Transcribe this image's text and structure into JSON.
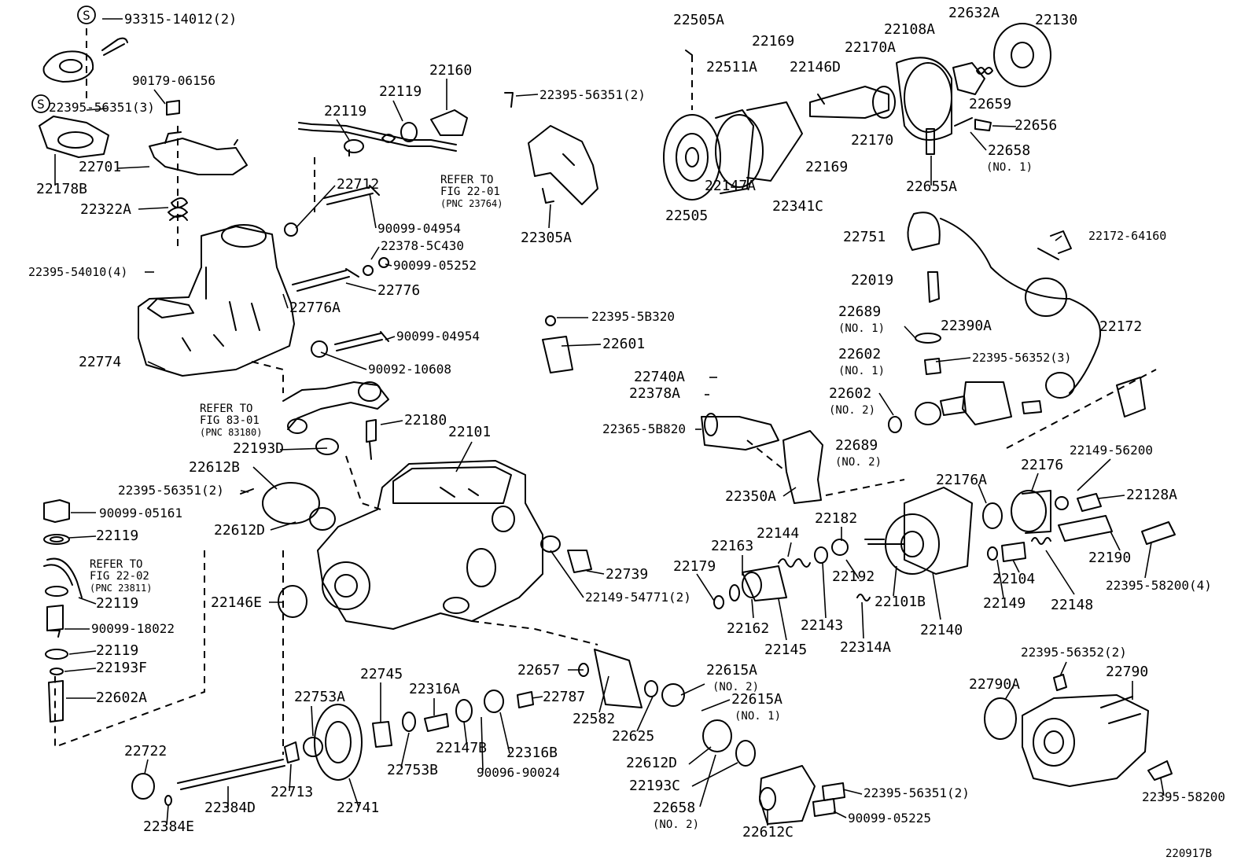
{
  "diagram": {
    "figure_id": "220917B",
    "note_refs": [
      [
        "REFER TO",
        "FIG 22-01",
        "(PNC 23764)"
      ],
      [
        "REFER TO",
        "FIG 83-01",
        "(PNC 83180)"
      ],
      [
        "REFER TO",
        "FIG 22-02",
        "(PNC 23811)"
      ]
    ],
    "part_labels": [
      "93315-14012(2)",
      "90179-06156",
      "22395-56351(3)",
      "22701",
      "22178B",
      "22322A",
      "22395-54010(4)",
      "22774",
      "22119",
      "22119",
      "22160",
      "22712",
      "90099-04954",
      "22378-5C430",
      "90099-05252",
      "22776",
      "22776A",
      "90099-04954",
      "90092-10608",
      "22395-56351(2)",
      "22305A",
      "22505A",
      "22511A",
      "22169",
      "22170A",
      "22146D",
      "22108A",
      "22632A",
      "22130",
      "22659",
      "22656",
      "22658",
      "(NO. 1)",
      "22655A",
      "22170",
      "22169",
      "22505",
      "22147A",
      "22341C",
      "22751",
      "22172-64160",
      "22019",
      "22689",
      "(NO. 1)",
      "22390A",
      "22172",
      "22602",
      "(NO. 1)",
      "22395-56352(3)",
      "22602",
      "(NO. 2)",
      "22689",
      "(NO. 2)",
      "22395-5B320",
      "22601",
      "22740A",
      "22378A",
      "22365-5B820",
      "22350A",
      "22180",
      "22101",
      "22193D",
      "22612B",
      "22395-56351(2)",
      "22612D",
      "90099-05161",
      "22119",
      "22119",
      "90099-18022",
      "22119",
      "22193F",
      "22602A",
      "22146E",
      "22739",
      "22149-54771(2)",
      "22176A",
      "22176",
      "22149-56200",
      "22128A",
      "22182",
      "22144",
      "22163",
      "22179",
      "22192",
      "22162",
      "22145",
      "22143",
      "22314A",
      "22101B",
      "22140",
      "22190",
      "22104",
      "22149",
      "22148",
      "22395-58200(4)",
      "22657",
      "22582",
      "22625",
      "22615A",
      "(NO. 2)",
      "22615A",
      "(NO. 1)",
      "22612D",
      "22193C",
      "22658",
      "(NO. 2)",
      "22612C",
      "22395-56351(2)",
      "90099-05225",
      "22745",
      "22316A",
      "22787",
      "22753A",
      "22147B",
      "22316B",
      "22753B",
      "90096-90024",
      "22722",
      "22713",
      "22741",
      "22384D",
      "22384E",
      "22395-56352(2)",
      "22790",
      "22790A",
      "22395-58200"
    ],
    "symbol_marks": [
      "S",
      "S"
    ]
  }
}
